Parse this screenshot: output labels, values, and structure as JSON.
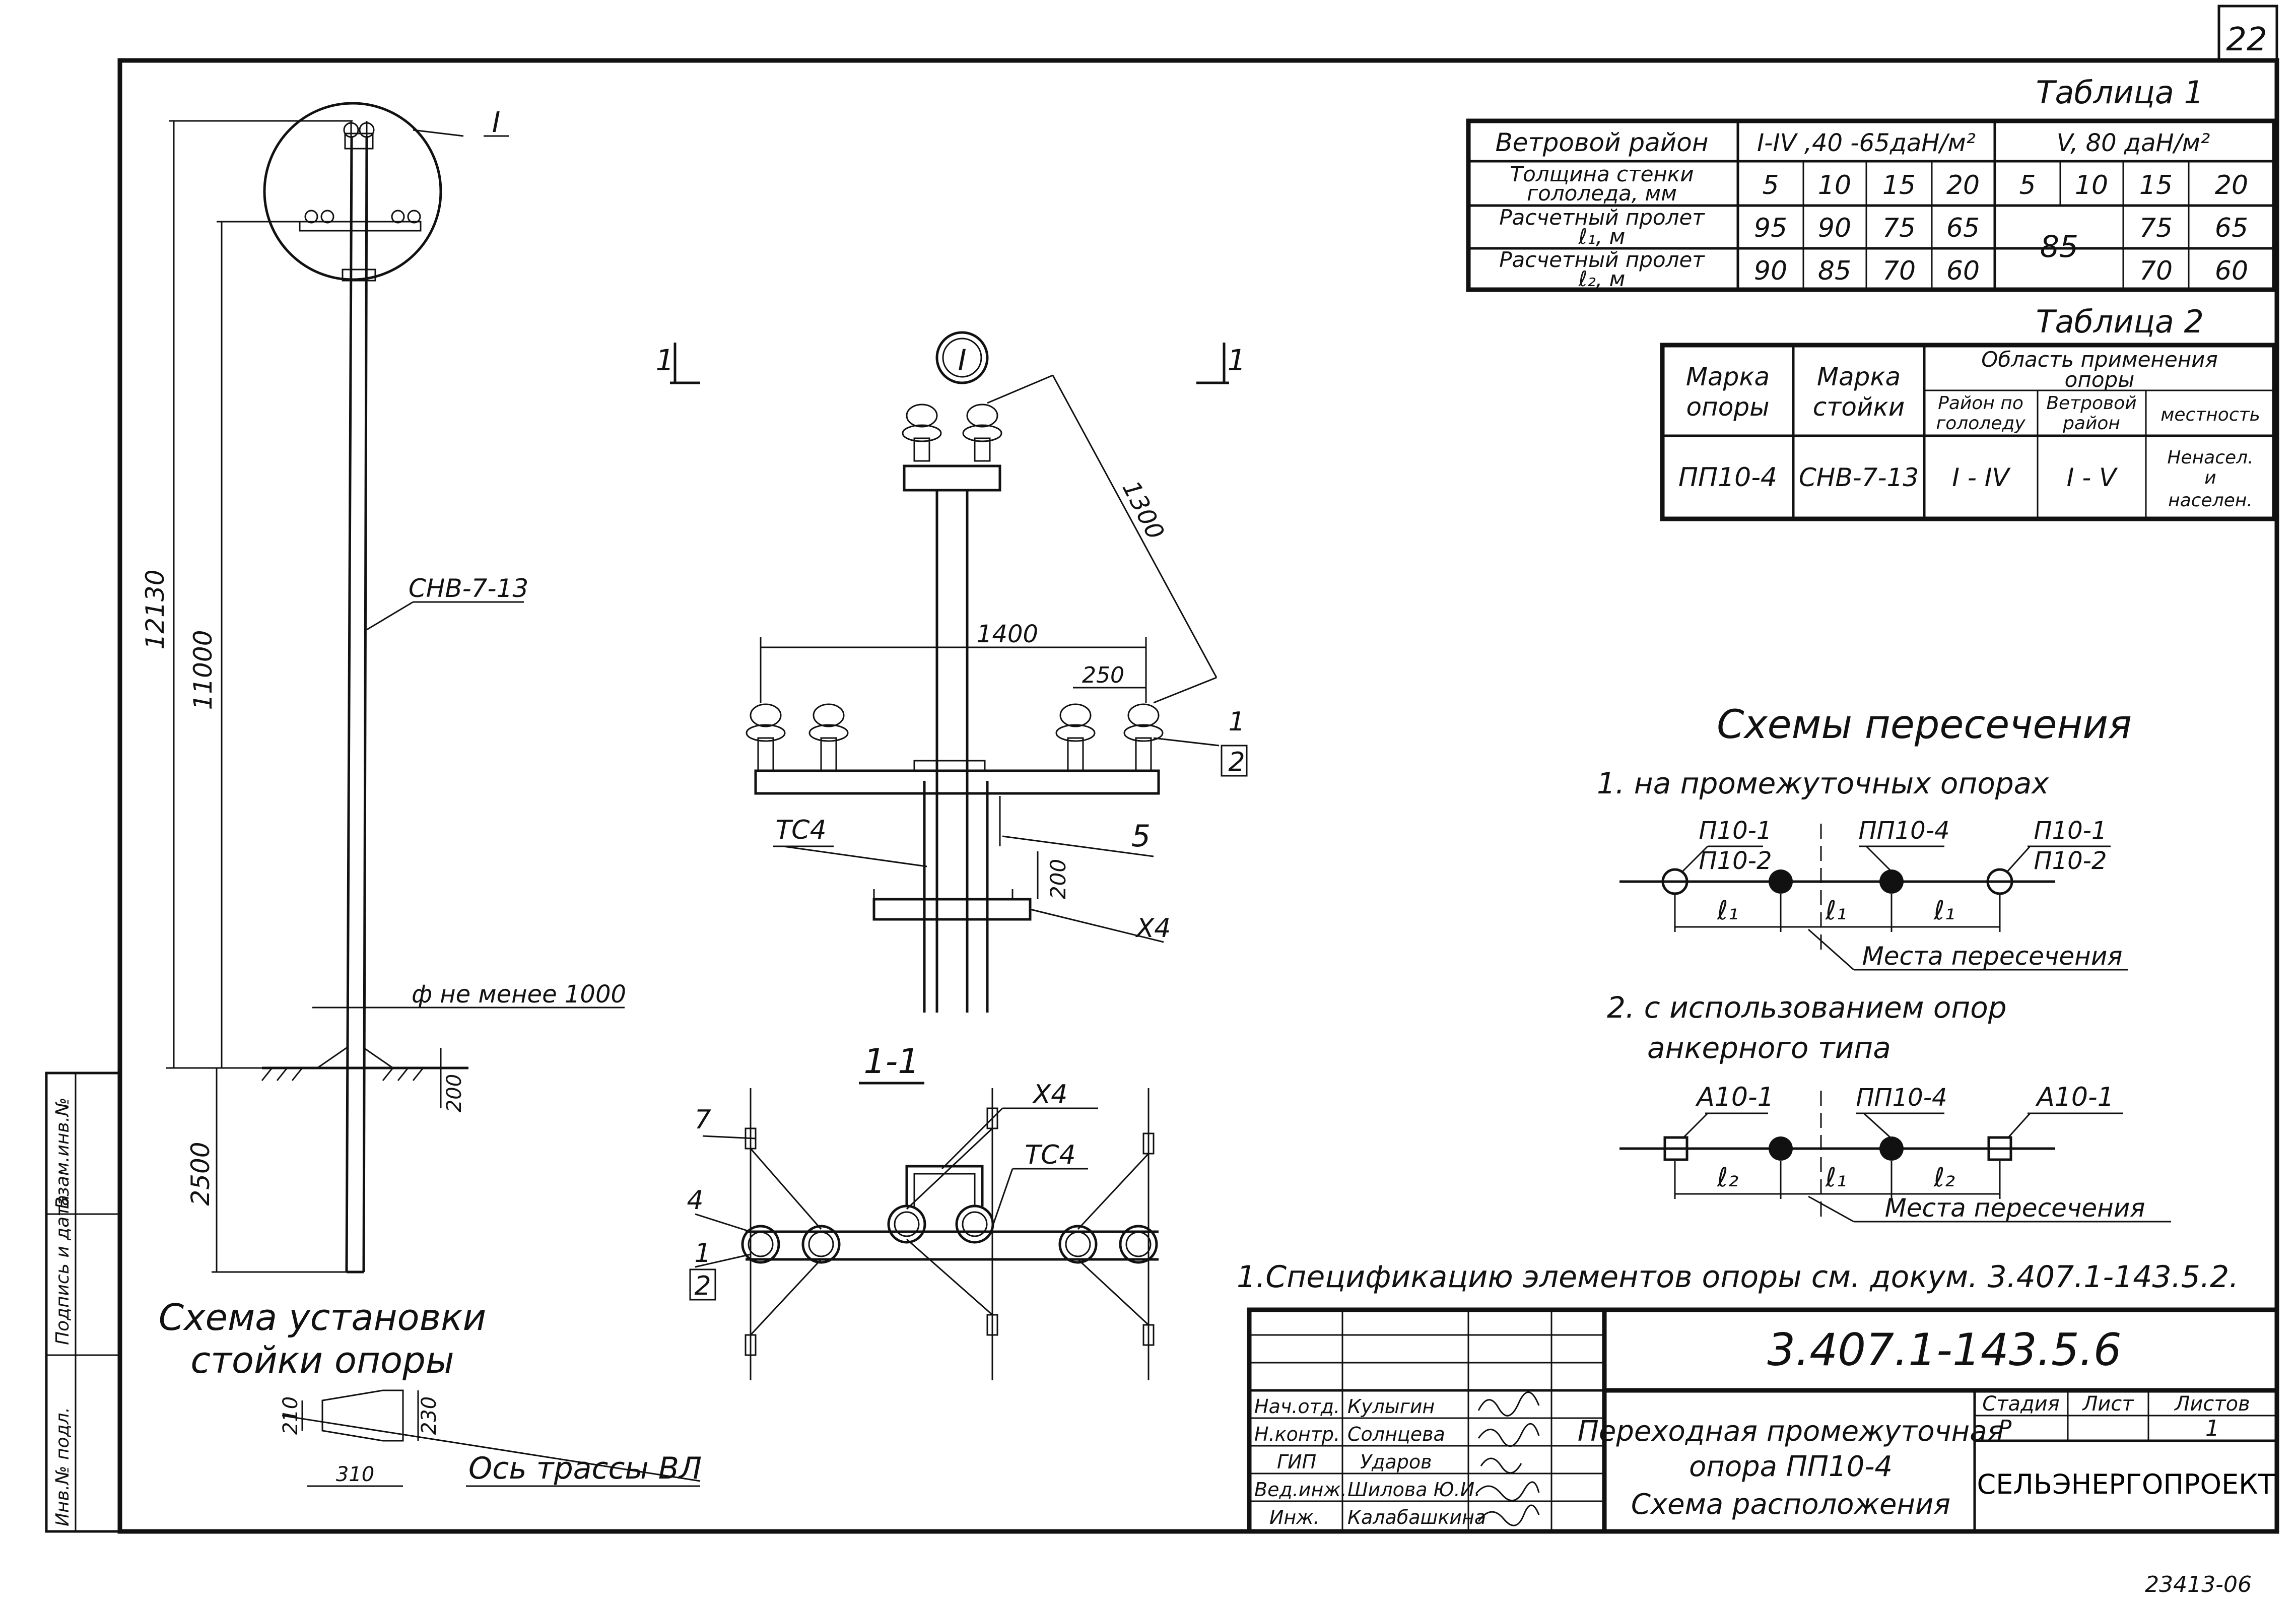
{
  "sheet": {
    "page_number": "22",
    "archive_number": "23413-06",
    "side_stamp": [
      "Инв.№ подл.",
      "Подпись и дата",
      "Взам.инв.№"
    ]
  },
  "table1": {
    "title": "Таблица 1",
    "header_col": "Ветровой район",
    "region_a": "I-IV ,40 -65даН/м²",
    "region_b": "V, 80 даН/м²",
    "rows": [
      {
        "label": [
          "Толщина стенки",
          "гололеда, мм"
        ],
        "values": [
          "5",
          "10",
          "15",
          "20",
          "5",
          "10",
          "15",
          "20"
        ]
      },
      {
        "label": [
          "Расчетный пролет",
          "ℓ₁, м"
        ],
        "values": [
          "95",
          "90",
          "75",
          "65",
          "85",
          "75",
          "65"
        ]
      },
      {
        "label": [
          "Расчетный пролет",
          "ℓ₂, м"
        ],
        "values": [
          "90",
          "85",
          "70",
          "60",
          "70",
          "60"
        ]
      }
    ]
  },
  "table2": {
    "title": "Таблица 2",
    "col_support": [
      "Марка",
      "опоры"
    ],
    "col_post": [
      "Марка",
      "стойки"
    ],
    "col_area": [
      "Область применения",
      "опоры"
    ],
    "sub_ice": [
      "Район по",
      "гололеду"
    ],
    "sub_wind": [
      "Ветровой",
      "район"
    ],
    "sub_terrain": "местность",
    "row": {
      "support": "ПП10-4",
      "post": "СНВ-7-13",
      "ice": "I - IV",
      "wind": "I - V",
      "terrain": [
        "Ненасел.",
        "и",
        "населен."
      ]
    }
  },
  "pole_view": {
    "detail_mark": "I",
    "post_label": "СНВ-7-13",
    "dim_total": "12130",
    "dim_above": "11000",
    "dim_below": "2500",
    "pit_note": "ф не менее 1000",
    "dim_200": "200",
    "caption": [
      "Схема установки",
      "стойки опоры"
    ]
  },
  "detail_view": {
    "mark": "I",
    "section_left": "1",
    "section_right": "1",
    "dim_1400": "1400",
    "dim_250": "250",
    "dim_1300": "1300",
    "dim_200": "200",
    "tc4": "ТС4",
    "callout_1": "1",
    "callout_2": "2",
    "callout_5": "5",
    "callout_x4": "Х4"
  },
  "plan_view": {
    "title": "1-1",
    "callout_7": "7",
    "callout_4": "4",
    "callout_1": "1",
    "callout_2": "2",
    "callout_x4": "Х4",
    "tc4": "ТС4"
  },
  "axis_sketch": {
    "dim_210": "210",
    "dim_230": "230",
    "dim_310": "310",
    "label": "Ось трассы ВЛ"
  },
  "crossing": {
    "title": "Схемы пересечения",
    "case1": "1. на промежуточных опорах",
    "case1_left": [
      "П10-1",
      "П10-2"
    ],
    "case1_mid": "ПП10-4",
    "case1_right": [
      "П10-1",
      "П10-2"
    ],
    "span_l1": "ℓ₁",
    "span_l2": "ℓ₂",
    "places": "Места пересечения",
    "case2": [
      "2. с использованием опор",
      "анкерного типа"
    ],
    "case2_left": "А10-1",
    "case2_mid": "ПП10-4",
    "case2_right": "А10-1"
  },
  "note": "1.Спецификацию элементов опоры см. докум. 3.407.1-143.5.2.",
  "title_block": {
    "doc_code": "3.407.1-143.5.6",
    "name_lines": [
      "Переходная промежуточная",
      "опора ПП10-4",
      "Схема расположения"
    ],
    "stage_header": "Стадия",
    "sheet_header": "Лист",
    "sheets_header": "Листов",
    "stage": "Р",
    "sheets": "1",
    "org": "СЕЛЬЭНЕРГОПРОЕКТ",
    "people": [
      {
        "role": "Нач.отд.",
        "name": "Кулыгин"
      },
      {
        "role": "Н.контр.",
        "name": "Солнцева"
      },
      {
        "role": "ГИП",
        "name": "Ударов"
      },
      {
        "role": "Вед.инж.",
        "name": "Шилова Ю.И."
      },
      {
        "role": "Инж.",
        "name": "Калабашкина"
      }
    ]
  }
}
